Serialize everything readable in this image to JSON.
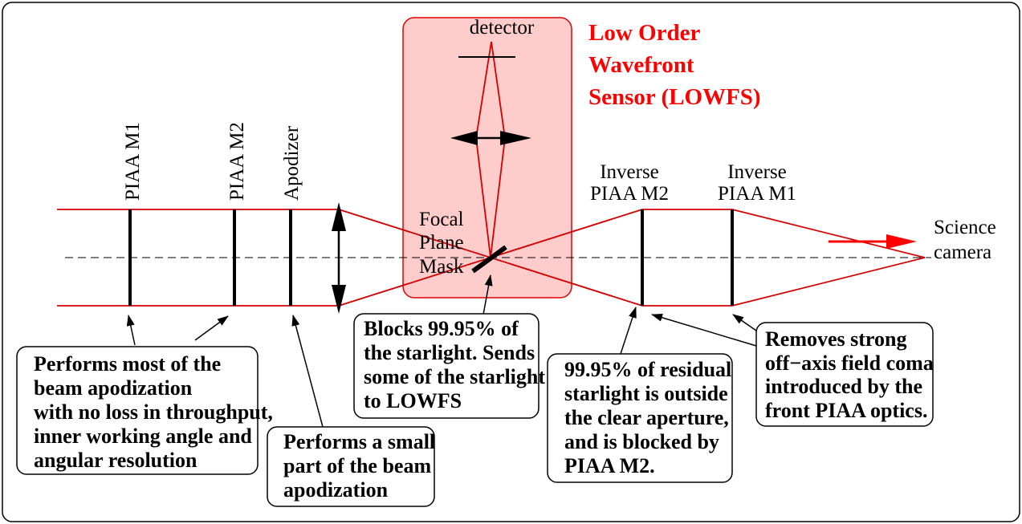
{
  "title": {
    "lines": [
      "Low Order",
      "Wavefront",
      "Sensor (LOWFS)"
    ]
  },
  "labels": {
    "piaa_m1": "PIAA M1",
    "piaa_m2": "PIAA M2",
    "apodizer": "Apodizer",
    "detector": "detector",
    "focal_plane_mask": [
      "Focal",
      "Plane",
      "Mask"
    ],
    "inverse_piaa_m2": [
      "Inverse",
      "PIAA M2"
    ],
    "inverse_piaa_m1": [
      "Inverse",
      "PIAA M1"
    ],
    "science_camera": [
      "Science",
      "camera"
    ]
  },
  "callouts": {
    "piaa_front": [
      "Performs most of the",
      "beam apodization",
      "with no loss in throughput,",
      "inner working angle and",
      "angular resolution"
    ],
    "apodizer": [
      "Performs a small",
      "part of the beam",
      "apodization"
    ],
    "focal_plane_mask": [
      "Blocks 99.95% of",
      "the starlight. Sends",
      "some of the starlight",
      "to LOWFS"
    ],
    "inverse_piaa_m2": [
      "99.95% of residual",
      "starlight is outside",
      "the clear aperture,",
      "and is blocked by",
      "PIAA M2."
    ],
    "inverse_piaa_m1": [
      "Removes strong",
      "off−axis field coma",
      "introduced by the",
      "front PIAA optics."
    ]
  },
  "colors": {
    "beam": "#d40000",
    "lowfs_fill": "#ffcccc",
    "lowfs_stroke": "#e00000",
    "title": "#ff0000",
    "ink": "#000000"
  }
}
